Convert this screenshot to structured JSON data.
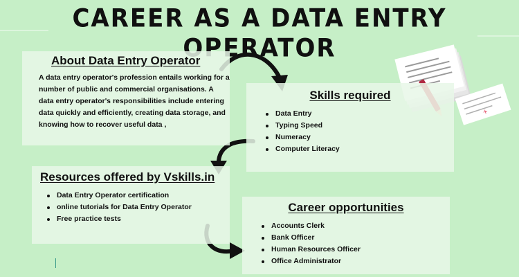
{
  "title": "CAREER AS A DATA ENTRY OPERATOR",
  "about": {
    "heading": "About Data Entry Operator",
    "text": "A data entry operator's profession entails working for a number of public and commercial organisations. A data entry operator's responsibilities include entering data quickly and efficiently, creating data storage, and knowing how to recover useful data ,"
  },
  "skills": {
    "heading": "Skills required ",
    "items": [
      "Data Entry",
      "Typing Speed",
      "Numeracy",
      "Computer Literacy"
    ]
  },
  "resources": {
    "heading": "Resources offered by Vskills.in",
    "items": [
      "Data Entry Operator certification",
      "online tutorials for Data Entry Operator",
      "Free practice tests"
    ]
  },
  "careers": {
    "heading": "Career opportunities ",
    "items": [
      "Accounts Clerk",
      "Bank Officer",
      "Human Resources Officer",
      "Office Administrator"
    ]
  },
  "colors": {
    "background": "#c6efc7",
    "card": "#e8f7e8",
    "text": "#111111",
    "pen": "#e0405a"
  },
  "icons": [
    "curved-arrow-icon",
    "documents-stack-icon",
    "pen-icon"
  ]
}
